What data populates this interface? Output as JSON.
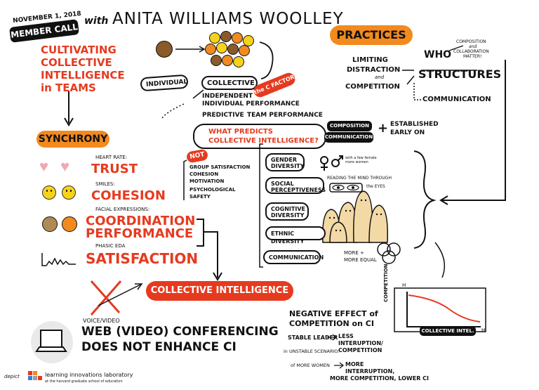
{
  "header": {
    "date": "NOVEMBER 1, 2018",
    "member_call": "MEMBER CALL",
    "with": "with",
    "speaker": "ANITA WILLIAMS WOOLLEY"
  },
  "title": [
    "CULTIVATING",
    "COLLECTIVE",
    "INTELLIGENCE",
    "in TEAMS"
  ],
  "center": {
    "individual": "INDIVIDUAL",
    "collective": "COLLECTIVE",
    "c_factor": "the C FACTOR",
    "independent": "INDEPENDENT",
    "individual_performance": "INDIVIDUAL PERFORMANCE",
    "predictive": "PREDICTIVE",
    "team_performance": "TEAM PERFORMANCE",
    "question_1": "WHAT PREDICTS",
    "question_2": "COLLECTIVE INTELLIGENCE?"
  },
  "not": {
    "label": "NOT",
    "items": [
      "GROUP SATISFACTION",
      "COHESION",
      "MOTIVATION",
      "PSYCHOLOGICAL",
      "SAFETY"
    ]
  },
  "predictors": {
    "gender": [
      "GENDER",
      "DIVERSITY"
    ],
    "gender_note": "with a few female more women",
    "social": [
      "SOCIAL",
      "PERCEPTIVENESS"
    ],
    "reading_1": "READING THE MIND THROUGH",
    "reading_2": "the EYES",
    "cognitive": [
      "COGNITIVE",
      "DIVERSITY"
    ],
    "ethnic": "ETHNIC DIVERSITY",
    "communication": "COMMUNICATION",
    "more_1": "MORE +",
    "more_2": "MORE EQUAL"
  },
  "composition": {
    "composition": "COMPOSITION",
    "communication": "COMMUNICATION",
    "plus": "+",
    "established_1": "ESTABLISHED",
    "established_2": "EARLY ON"
  },
  "practices": {
    "title": "PRACTICES",
    "limiting": "LIMITING",
    "distraction": "DISTRACTION",
    "and": "and",
    "competition": "COMPETITION",
    "who": "WHO",
    "comp_note_1": "COMPOSITION",
    "comp_note_2": "and",
    "comp_note_3": "COLLABORATION",
    "comp_note_4": "MATTER!",
    "structures": "STRUCTURES",
    "communication": "COMMUNICATION"
  },
  "synchrony": {
    "title": "SYNCHRONY",
    "heart_rate": "HEART RATE:",
    "trust": "TRUST",
    "smiles": "SMILES:",
    "cohesion": "COHESION",
    "facial": "FACIAL EXPRESSIONS:",
    "coordination": "COORDINATION",
    "performance": "PERFORMANCE",
    "phasic": "PHASIC EDA",
    "satisfaction": "SATISFACTION"
  },
  "collective_intelligence": "COLLECTIVE INTELLIGENCE",
  "conferencing": {
    "voice": "VOICE/VIDEO",
    "line1": "WEB (VIDEO) CONFERENCING",
    "line2": "DOES NOT ENHANCE CI"
  },
  "competition_chart": {
    "y_label": "COMPETITION",
    "x_label": "COLLECTIVE INTEL.",
    "y_tick": "H",
    "x_tick": "H"
  },
  "negative": {
    "title_1": "NEGATIVE EFFECT of",
    "title_2": "COMPETITION on CI",
    "stable": "STABLE LEADER",
    "less_1": "LESS",
    "less_2": "INTERUPTION/",
    "less_3": "COMPETITION",
    "unstable_prefix": "in UNSTABLE SCENARIO:",
    "more_women_prefix": "of MORE WOMEN",
    "more_1": "MORE",
    "more_2": "INTERRUPTION,",
    "more_3": "MORE COMPETITION, LOWER CI"
  },
  "footer": {
    "depict": "depict",
    "lab": "learning innovations laboratory",
    "school": "at the harvard graduate school of education"
  },
  "colors": {
    "red": "#e63a1f",
    "orange": "#f28a1f",
    "black": "#111111",
    "yellow": "#f7d21b",
    "pink": "#f2a7b5"
  }
}
